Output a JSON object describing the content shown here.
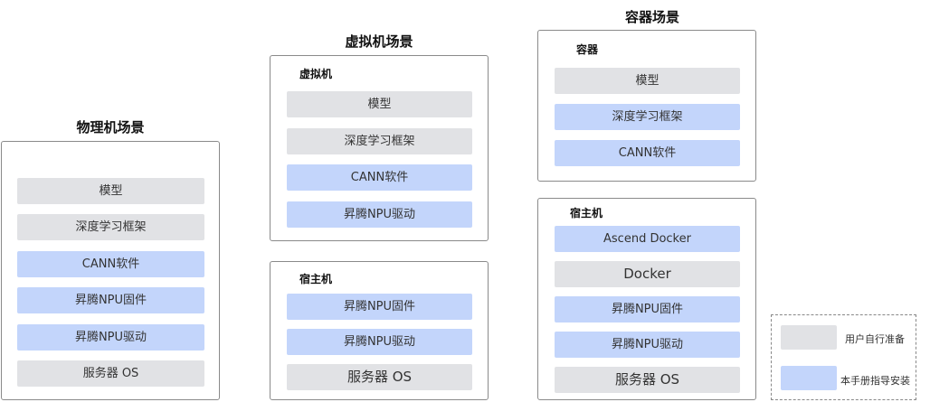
{
  "physical": {
    "title": "物理机场景",
    "layers": [
      "模型",
      "深度学习框架",
      "CANN软件",
      "昇腾NPU固件",
      "昇腾NPU驱动",
      "服务器 OS"
    ]
  },
  "vm": {
    "title": "虚拟机场景",
    "vm_box": {
      "label": "虚拟机",
      "layers": [
        "模型",
        "深度学习框架",
        "CANN软件",
        "昇腾NPU驱动"
      ]
    },
    "host_box": {
      "label": "宿主机",
      "layers": [
        "昇腾NPU固件",
        "昇腾NPU驱动",
        "服务器 OS"
      ]
    }
  },
  "container": {
    "title": "容器场景",
    "container_box": {
      "label": "容器",
      "layers": [
        "模型",
        "深度学习框架",
        "CANN软件"
      ]
    },
    "host_box": {
      "label": "宿主机",
      "layers": [
        "Ascend Docker",
        "Docker",
        "昇腾NPU固件",
        "昇腾NPU驱动",
        "服务器 OS"
      ]
    }
  },
  "legend": {
    "user_prepared": "用户自行准备",
    "guide_install": "本手册指导安装",
    "colors": {
      "user_prepared": "#e1e2e5",
      "guide_install": "#c3d5fb"
    }
  }
}
